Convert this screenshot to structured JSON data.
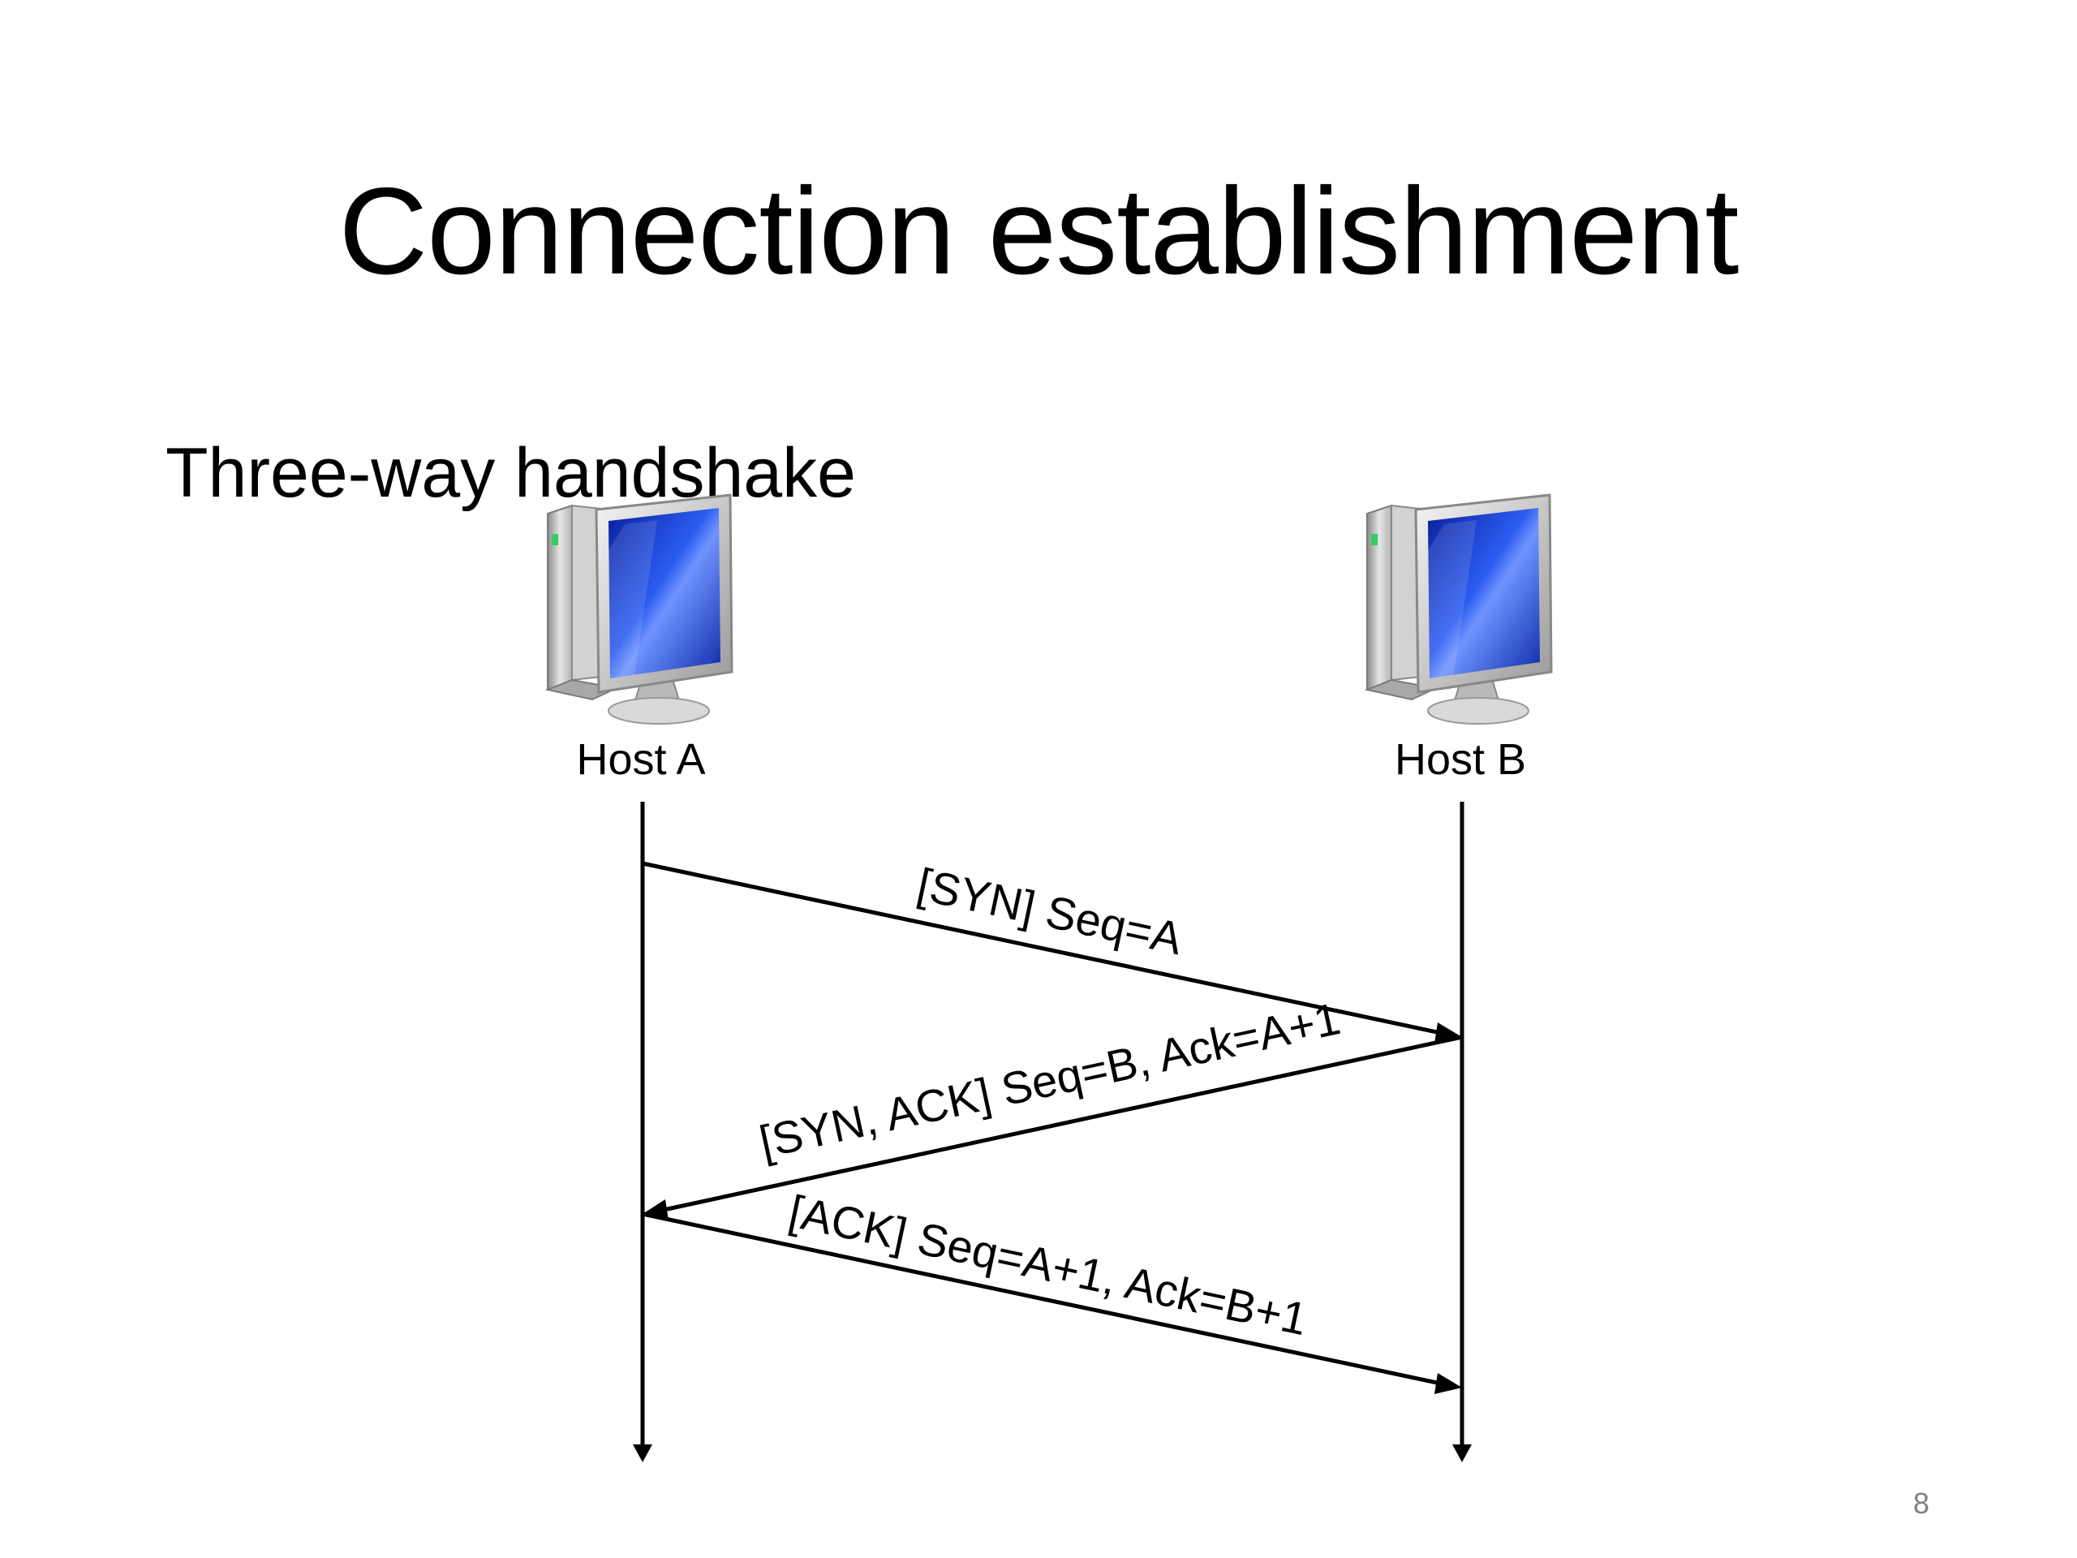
{
  "title": "Connection establishment",
  "subtitle": "Three-way handshake",
  "page_number": "8",
  "hosts": {
    "a": {
      "label": "Host A",
      "icon": "computer-icon"
    },
    "b": {
      "label": "Host B",
      "icon": "computer-icon"
    }
  },
  "messages": [
    {
      "label": "[SYN] Seq=A",
      "from": "a",
      "to": "b"
    },
    {
      "label": "[SYN, ACK] Seq=B, Ack=A+1",
      "from": "b",
      "to": "a"
    },
    {
      "label": "[ACK] Seq=A+1, Ack=B+1",
      "from": "a",
      "to": "b"
    }
  ],
  "colors": {
    "monitor_screen": "#1a3fd0",
    "monitor_frame": "#c8c8c8",
    "lines": "#000000"
  }
}
